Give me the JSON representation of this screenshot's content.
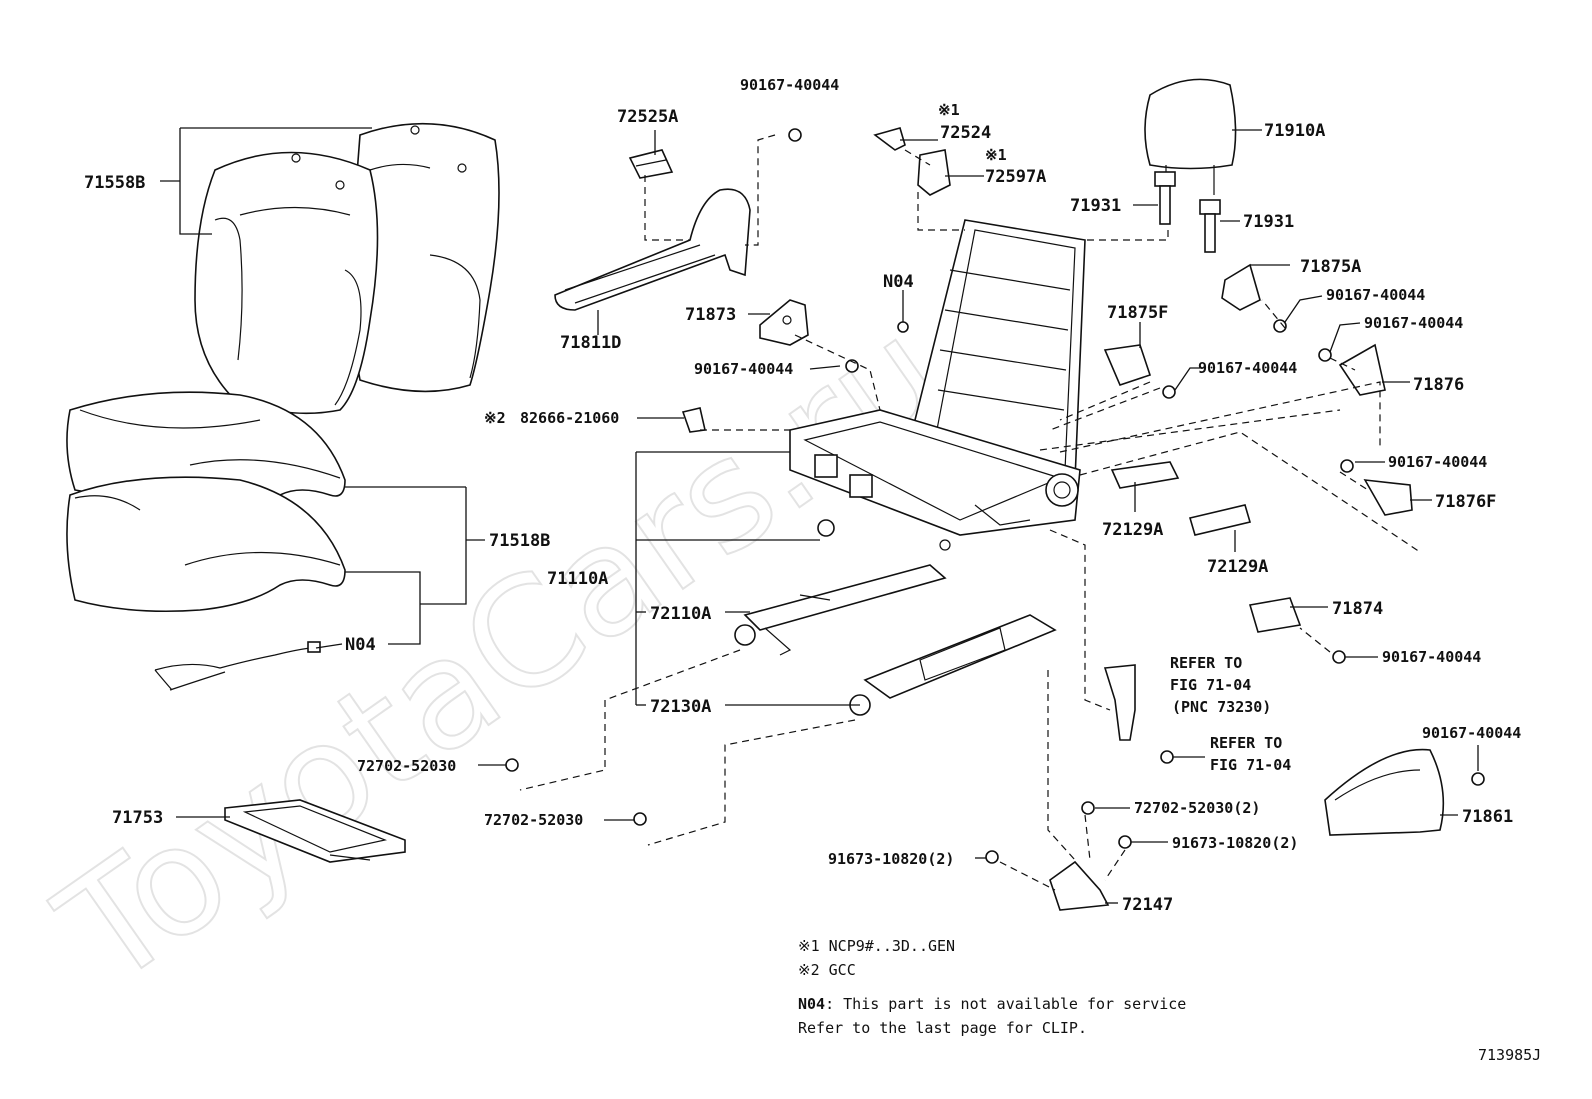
{
  "watermark": "ToyotaCars.ru",
  "callouts": {
    "c71558B": "71558B",
    "c71518B": "71518B",
    "cN04a": "N04",
    "cN04b": "N04",
    "c71753": "71753",
    "c72525A": "72525A",
    "c90167_top": "90167-40044",
    "c71811D": "71811D",
    "c71873": "71873",
    "c90167_71873": "90167-40044",
    "c82666": "82666-21060",
    "c71110A": "71110A",
    "c72110A": "72110A",
    "c72130A": "72130A",
    "c72702_a": "72702-52030",
    "c72702_b": "72702-52030",
    "c72524": "72524",
    "c72597A": "72597A",
    "c71910A": "71910A",
    "c71931a": "71931",
    "c71931b": "71931",
    "c71875A": "71875A",
    "c90167_r1": "90167-40044",
    "c90167_r2": "90167-40044",
    "c71875F": "71875F",
    "c90167_r3": "90167-40044",
    "c71876": "71876",
    "c90167_r4": "90167-40044",
    "c71876F": "71876F",
    "c72129A_a": "72129A",
    "c72129A_b": "72129A",
    "c71874": "71874",
    "c90167_r5": "90167-40044",
    "c90167_r6": "90167-40044",
    "c71861": "71861",
    "c72702_c": "72702-52030(2)",
    "c91673_a": "91673-10820(2)",
    "c91673_b": "91673-10820(2)",
    "c72147": "72147"
  },
  "marks": {
    "m1a": "※1",
    "m1b": "※1",
    "m2": "※2"
  },
  "refer": {
    "r1_line1": "REFER TO",
    "r1_line2": "FIG 71-04",
    "r1_line3": "(PNC 73230)",
    "r2_line1": "REFER TO",
    "r2_line2": "FIG 71-04"
  },
  "notes": {
    "n1": "※1 NCP9#..3D..GEN",
    "n2": "※2 GCC",
    "n3_code": "N04",
    "n3_text": ": This part is not available for service",
    "n4": "Refer to the last page for CLIP."
  },
  "figure_id": "713985J"
}
